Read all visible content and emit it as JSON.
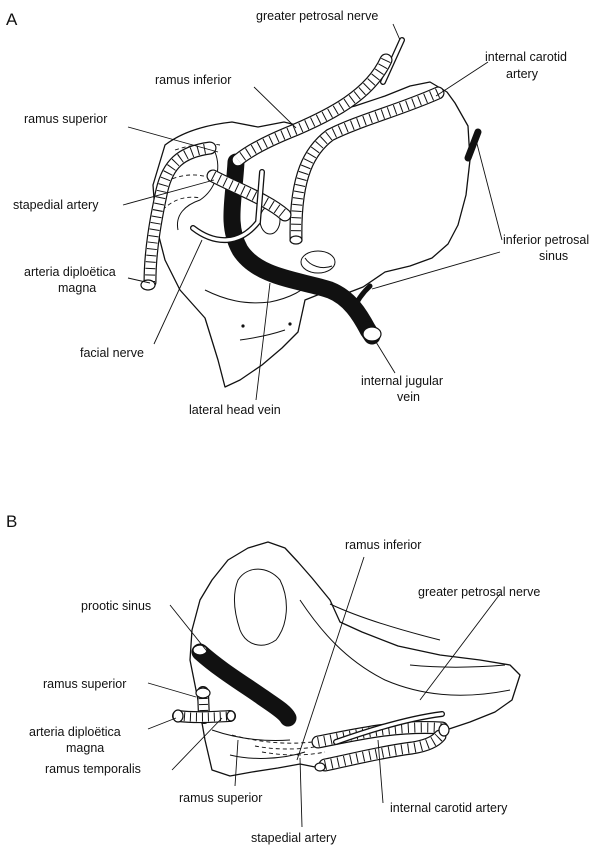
{
  "panels": {
    "a": {
      "letter": "A",
      "labels": {
        "greater_petrosal_nerve": "greater petrosal nerve",
        "internal_carotid_artery_1": "internal carotid",
        "internal_carotid_artery_2": "artery",
        "ramus_inferior": "ramus inferior",
        "ramus_superior": "ramus superior",
        "stapedial_artery": "stapedial artery",
        "inferior_petrosal_sinus_1": "inferior petrosal",
        "inferior_petrosal_sinus_2": "sinus",
        "arteria_diploetica_magna_1": "arteria diploëtica",
        "arteria_diploetica_magna_2": "magna",
        "facial_nerve": "facial nerve",
        "internal_jugular_vein_1": "internal jugular",
        "internal_jugular_vein_2": "vein",
        "lateral_head_vein": "lateral head vein"
      }
    },
    "b": {
      "letter": "B",
      "labels": {
        "ramus_inferior": "ramus inferior",
        "greater_petrosal_nerve": "greater petrosal nerve",
        "prootic_sinus": "prootic sinus",
        "ramus_superior_top": "ramus superior",
        "arteria_diploetica_magna_1": "arteria diploëtica",
        "arteria_diploetica_magna_2": "magna",
        "ramus_temporalis": "ramus temporalis",
        "ramus_superior_bottom": "ramus superior",
        "internal_carotid_artery": "internal carotid artery",
        "stapedial_artery": "stapedial artery"
      }
    }
  }
}
